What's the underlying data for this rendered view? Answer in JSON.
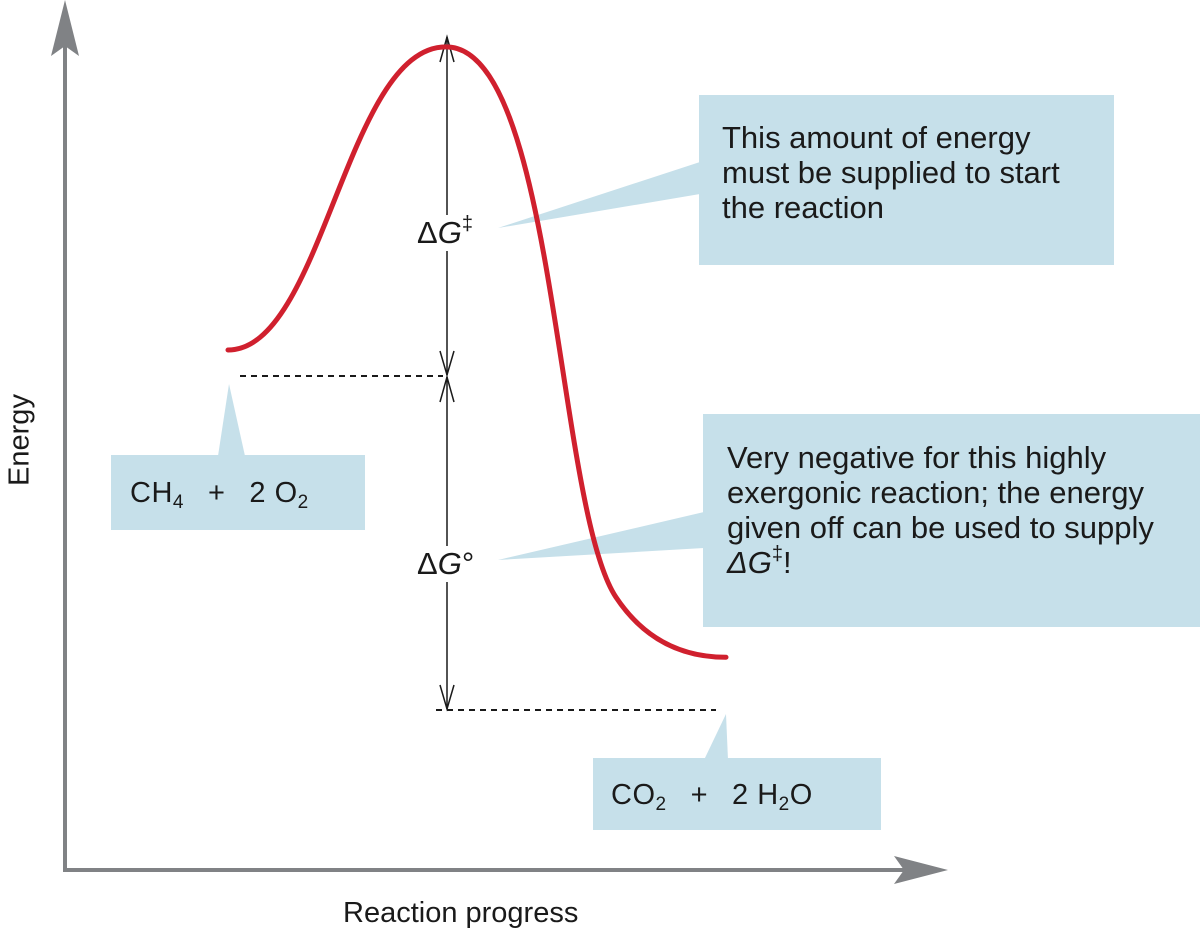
{
  "axes": {
    "y_label": "Energy",
    "x_label": "Reaction progress",
    "color": "#808285"
  },
  "curve": {
    "color": "#d0202e",
    "levels": {
      "reactants": 0.62,
      "transition_state": 0.98,
      "products": 0.255
    }
  },
  "callouts": {
    "activation_note": "This amount of energy must be supplied to start the reaction",
    "exergonic_note_part1": "Very negative for this highly exergonic reaction; the energy given off can be used to supply ",
    "exergonic_note_symbol": "ΔG",
    "exergonic_note_dagger": "‡",
    "exergonic_note_end": "!",
    "background": "#c6e0ea"
  },
  "reactants": {
    "term1": "CH",
    "term1_sub": "4",
    "operator": "+",
    "term2": "2 O",
    "term2_sub": "2"
  },
  "products": {
    "term1": "CO",
    "term1_sub": "2",
    "operator": "+",
    "term2": "2 H",
    "term2_sub": "2",
    "term2_tail": "O"
  },
  "labels": {
    "activation_delta": "Δ",
    "activation_g": "G",
    "activation_dagger": "‡",
    "standard_delta": "Δ",
    "standard_g": "G",
    "standard_degree": "°"
  }
}
